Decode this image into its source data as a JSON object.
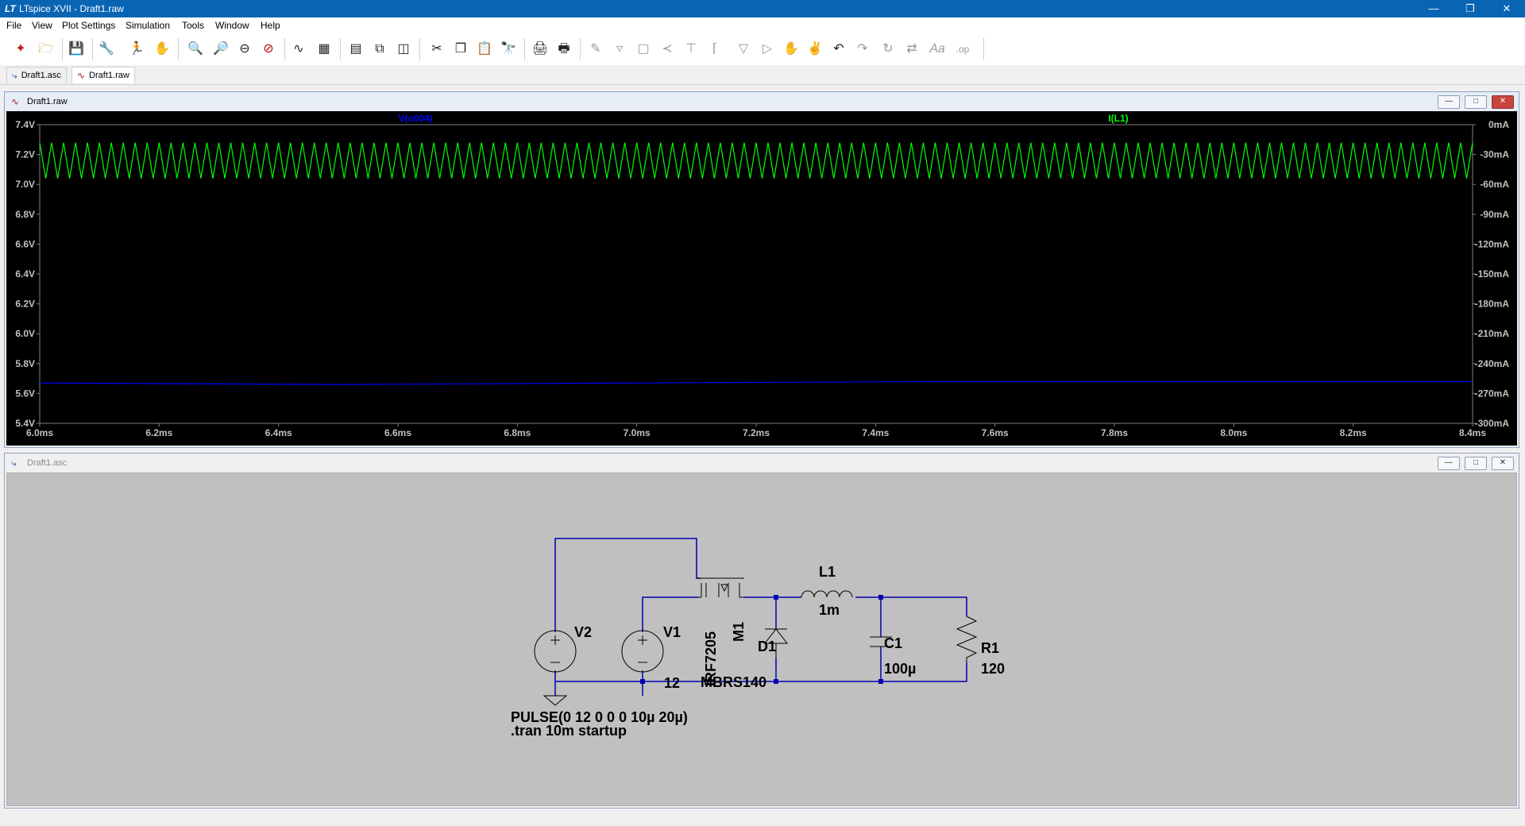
{
  "window": {
    "title": "LTspice XVII - Draft1.raw",
    "app_icon": "ltspice-logo-icon"
  },
  "menu": [
    "File",
    "View",
    "Plot Settings",
    "Simulation",
    "Tools",
    "Window",
    "Help"
  ],
  "tabs": [
    {
      "label": "Draft1.asc",
      "icon": "schematic-icon"
    },
    {
      "label": "Draft1.raw",
      "icon": "waveform-icon"
    }
  ],
  "plot_window": {
    "title": "Draft1.raw"
  },
  "schematic_window": {
    "title": "Draft1.asc"
  },
  "colors": {
    "trace_voltage": "#0000ff",
    "trace_current": "#00ff00",
    "plot_bg": "#000000",
    "schematic_bg": "#c0c0c0",
    "wire": "#0000b0"
  },
  "chart_data": {
    "type": "line",
    "x_ticks": [
      "6.0ms",
      "6.2ms",
      "6.4ms",
      "6.6ms",
      "6.8ms",
      "7.0ms",
      "7.2ms",
      "7.4ms",
      "7.6ms",
      "7.8ms",
      "8.0ms",
      "8.2ms",
      "8.4ms"
    ],
    "xlim": [
      6.0,
      8.4
    ],
    "x_unit": "ms",
    "left_axis": {
      "ticks": [
        "7.4V",
        "7.2V",
        "7.0V",
        "6.8V",
        "6.6V",
        "6.4V",
        "6.2V",
        "6.0V",
        "5.8V",
        "5.6V",
        "5.4V"
      ],
      "ylim": [
        5.4,
        7.4
      ]
    },
    "right_axis": {
      "ticks": [
        "0mA",
        "-30mA",
        "-60mA",
        "-90mA",
        "-120mA",
        "-150mA",
        "-180mA",
        "-210mA",
        "-240mA",
        "-270mA",
        "-300mA"
      ],
      "ylim": [
        -300,
        0
      ]
    },
    "series": [
      {
        "name": "V(n004)",
        "axis": "left",
        "color": "#0000ff",
        "x": [
          6.0,
          6.5,
          7.0,
          7.5,
          8.0,
          8.4
        ],
        "values": [
          5.67,
          5.66,
          5.67,
          5.68,
          5.68,
          5.68
        ]
      },
      {
        "name": "I(L1)",
        "axis": "right",
        "color": "#00ff00",
        "waveform": "triangle",
        "period": 0.02,
        "min": -54,
        "max": -18,
        "x_range": [
          6.0,
          8.4
        ]
      }
    ]
  },
  "schematic": {
    "components": [
      {
        "ref": "V2",
        "value": "PULSE(0 12 0 0 0 10µ 20µ)"
      },
      {
        "ref": "V1",
        "value": "12"
      },
      {
        "ref": "M1",
        "value": "IRF7205"
      },
      {
        "ref": "D1",
        "value": "MBRS140"
      },
      {
        "ref": "L1",
        "value": "1m"
      },
      {
        "ref": "C1",
        "value": "100µ"
      },
      {
        "ref": "R1",
        "value": "120"
      }
    ],
    "directive": ".tran 10m startup"
  },
  "toolbar_icons": [
    "new-schematic-icon",
    "open-icon",
    "save-icon",
    "control-panel-icon",
    "run-icon",
    "pan-icon",
    "zoom-in-icon",
    "zoom-box-icon",
    "zoom-out-icon",
    "zoom-fit-icon",
    "autorange-icon",
    "grid-icon",
    "tile-horizontal-icon",
    "cascade-icon",
    "tile-vertical-icon",
    "cut-icon",
    "copy-icon",
    "paste-icon",
    "find-icon",
    "print-icon",
    "print-setup-icon",
    "draw-wire-icon",
    "ground-icon",
    "label-net-icon",
    "resistor-icon",
    "capacitor-icon",
    "inductor-icon",
    "diode-icon",
    "component-icon",
    "move-icon",
    "drag-icon",
    "undo-icon",
    "redo-icon",
    "rotate-icon",
    "mirror-icon",
    "text-icon",
    "spice-directive-icon"
  ]
}
